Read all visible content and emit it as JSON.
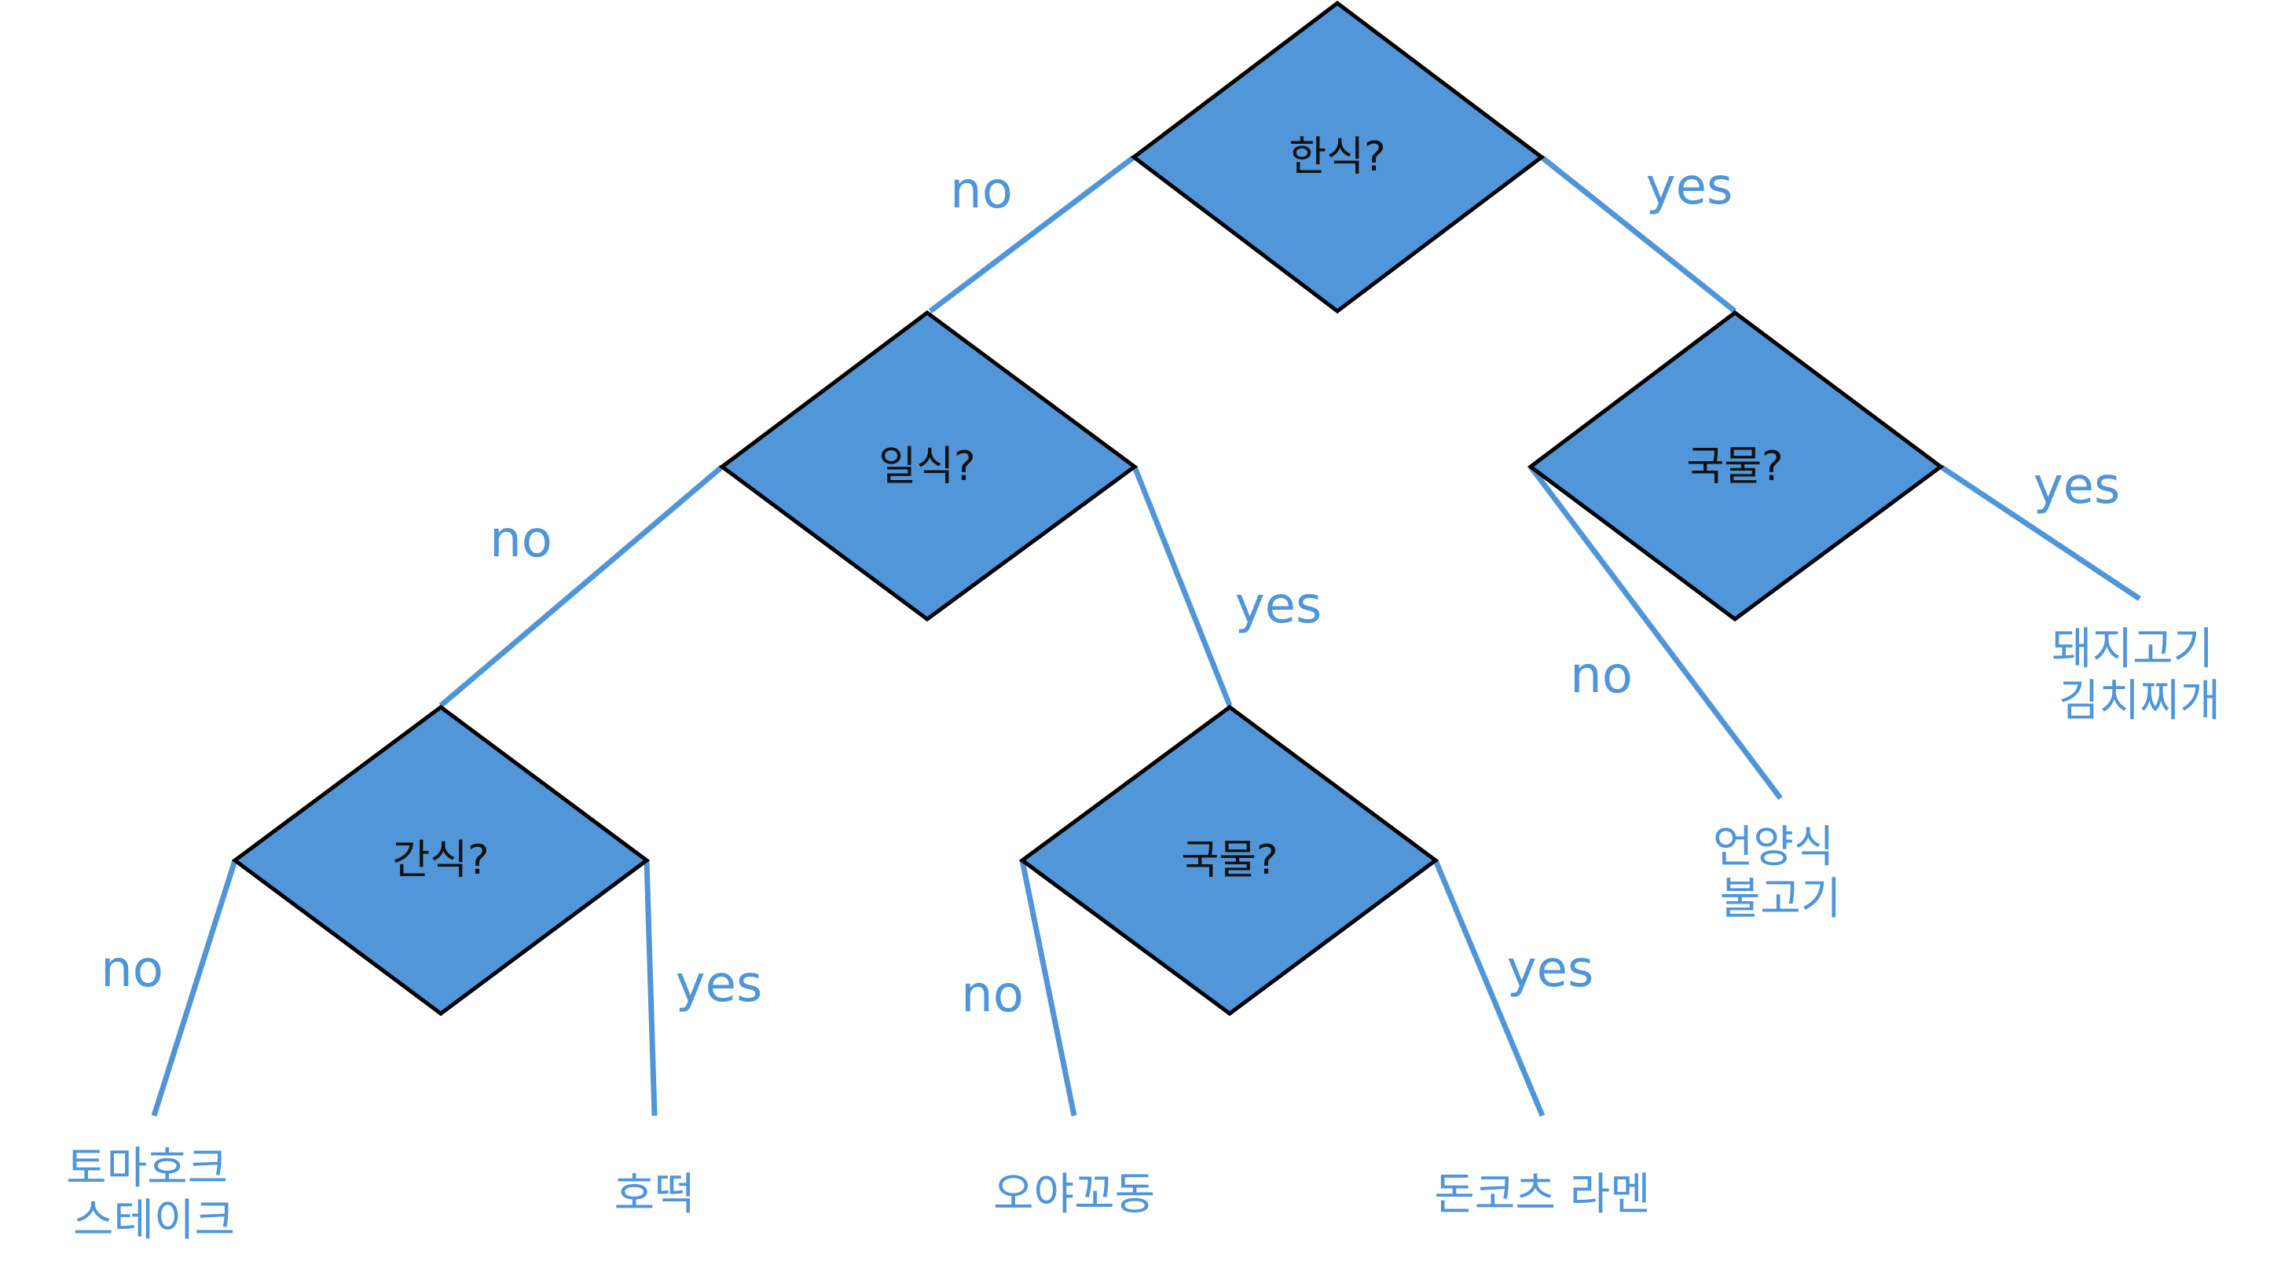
{
  "colors": {
    "node_fill": "#5296da",
    "node_stroke": "#000000",
    "edge": "#4f95d8",
    "label": "#4f95d8",
    "node_text": "#111111",
    "background": "#ffffff"
  },
  "nodes": {
    "root": "한식?",
    "japanese": "일식?",
    "soup_korean": "국물?",
    "snack": "간식?",
    "soup_japanese": "국물?"
  },
  "edge_labels": {
    "root_no": "no",
    "root_yes": "yes",
    "japanese_no": "no",
    "japanese_yes": "yes",
    "soup_korean_no": "no",
    "soup_korean_yes": "yes",
    "snack_no": "no",
    "snack_yes": "yes",
    "soup_japanese_no": "no",
    "soup_japanese_yes": "yes"
  },
  "leaves": {
    "tomahawk": [
      "토마호크",
      "스테이크"
    ],
    "hotteok": [
      "호떡"
    ],
    "oyakodon": [
      "오야꼬동"
    ],
    "tonkotsu": [
      "돈코츠 라멘"
    ],
    "bulgogi": [
      "언양식",
      "불고기"
    ],
    "kimchi_stew": [
      "돼지고기",
      "김치찌개"
    ]
  }
}
